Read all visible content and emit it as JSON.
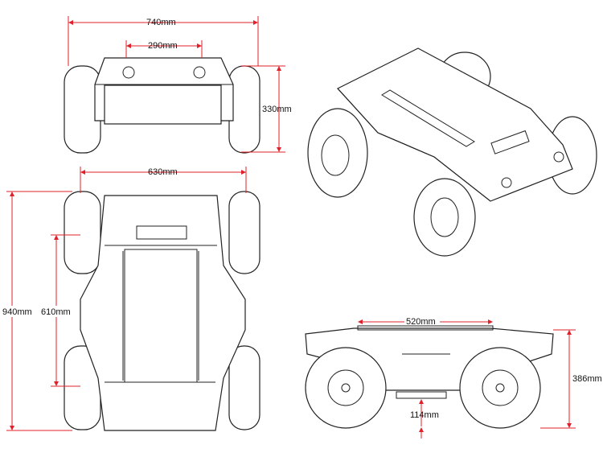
{
  "dimensions": {
    "front_width": "740mm",
    "front_mount_spacing": "290mm",
    "front_height": "330mm",
    "top_width": "630mm",
    "top_length": "940mm",
    "top_wheelbase": "610mm",
    "side_rail_length": "520mm",
    "side_height": "386mm",
    "side_ground_clearance": "114mm"
  },
  "colors": {
    "dimension_line": "#e0202a",
    "outline": "#222222"
  }
}
